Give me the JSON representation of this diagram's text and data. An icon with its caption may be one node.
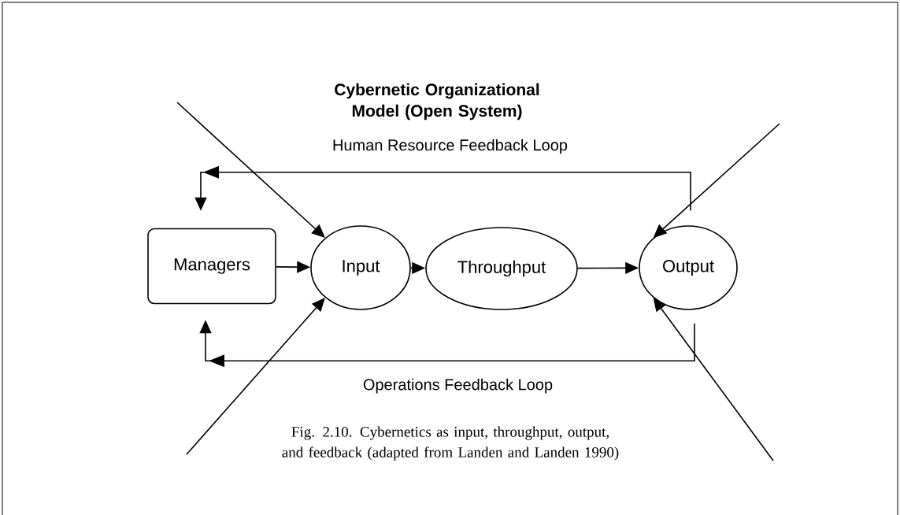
{
  "diagram": {
    "title": "Cybernetic Organizational Model (Open System)",
    "caption": "Fig. 2.10.  Cybernetics as input, throughput, output, and feedback (adapted from Landen and Landen 1990)",
    "nodes": [
      {
        "text": [
          "Managers"
        ]
      },
      {
        "text": [
          "Input"
        ]
      },
      {
        "text": [
          "Throughput"
        ]
      },
      {
        "text": [
          "Output"
        ]
      }
    ],
    "edges": [
      {
        "from": 0,
        "to": 1,
        "arrow": "to"
      },
      {
        "from": 1,
        "to": 2,
        "arrow": "to"
      },
      {
        "from": 2,
        "to": 3,
        "arrow": "to"
      },
      {
        "from": 3,
        "to": 0,
        "arrow": "to",
        "label": "Human Resource Feedback Loop"
      },
      {
        "from": 3,
        "to": 0,
        "arrow": "to",
        "label": "Operations Feedback Loop"
      },
      {
        "from": null,
        "to": 1,
        "arrow": "to"
      },
      {
        "from": null,
        "to": 3,
        "arrow": "to"
      },
      {
        "from": null,
        "to": 1,
        "arrow": "to"
      },
      {
        "from": null,
        "to": 3,
        "arrow": "to"
      }
    ]
  }
}
